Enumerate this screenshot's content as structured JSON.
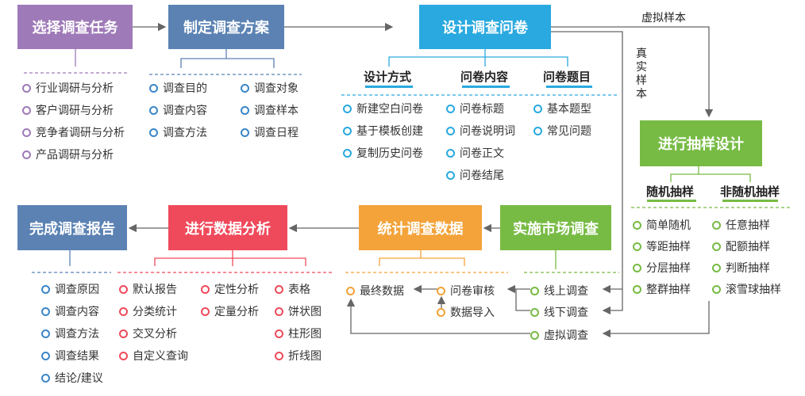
{
  "colors": {
    "purple": "#9f7ab8",
    "steel": "#5b82b3",
    "cyan": "#29a9df",
    "green": "#77bb44",
    "orange": "#f3a33a",
    "red": "#ef4a5b",
    "blue_dot": "#3a86c8",
    "grey_line": "#666666"
  },
  "steps": {
    "select_task": "选择调查任务",
    "make_plan": "制定调查方案",
    "design_questionnaire": "设计调查问卷",
    "sampling_design": "进行抽样设计",
    "market_survey": "实施市场调查",
    "stat_data": "统计调查数据",
    "data_analysis": "进行数据分析",
    "finish_report": "完成调查报告"
  },
  "select_task_items": [
    "行业调研与分析",
    "客户调研与分析",
    "竞争者调研与分析",
    "产品调研与分析"
  ],
  "plan_items_left": [
    "调查目的",
    "调查内容",
    "调查方法"
  ],
  "plan_items_right": [
    "调查对象",
    "调查样本",
    "调查日程"
  ],
  "questionnaire": {
    "col1_title": "设计方式",
    "col1_items": [
      "新建空白问卷",
      "基于模板创建",
      "复制历史问卷"
    ],
    "col2_title": "问卷内容",
    "col2_items": [
      "问卷标题",
      "问卷说明词",
      "问卷正文",
      "问卷结尾"
    ],
    "col3_title": "问卷题目",
    "col3_items": [
      "基本题型",
      "常见问题"
    ]
  },
  "sample_labels": {
    "virtual": "虚拟样本",
    "real": "真实样本"
  },
  "sampling": {
    "col1_title": "随机抽样",
    "col1_items": [
      "简单随机",
      "等距抽样",
      "分层抽样",
      "整群抽样"
    ],
    "col2_title": "非随机抽样",
    "col2_items": [
      "任意抽样",
      "配额抽样",
      "判断抽样",
      "滚雪球抽样"
    ]
  },
  "survey_modes": [
    "线上调查",
    "线下调查",
    "虚拟调查"
  ],
  "stat_items": {
    "final": "最终数据",
    "review": "问卷审核",
    "import": "数据导入"
  },
  "analysis": {
    "col1": [
      "默认报告",
      "分类统计",
      "交叉分析",
      "自定义查询"
    ],
    "col2": [
      "定性分析",
      "定量分析"
    ],
    "col3": [
      "表格",
      "饼状图",
      "柱形图",
      "折线图"
    ]
  },
  "report_items": [
    "调查原因",
    "调查内容",
    "调查方法",
    "调查结果",
    "结论/建议"
  ]
}
